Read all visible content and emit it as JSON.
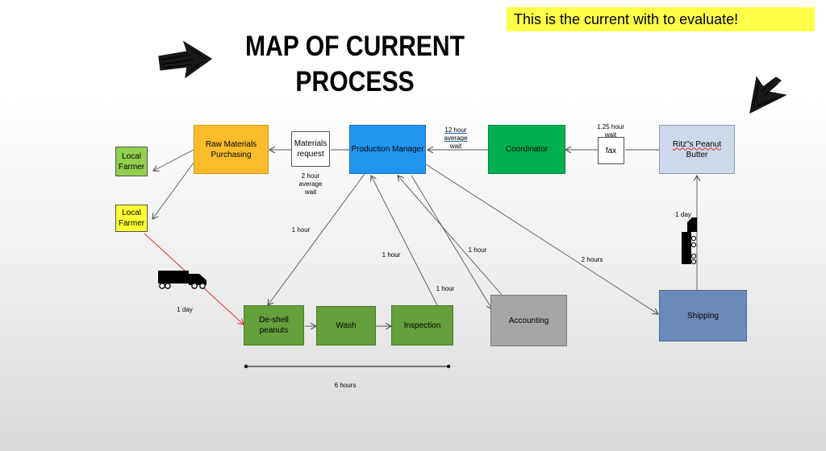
{
  "banner": "This is the current with to evaluate!",
  "title_line1": "MAP OF CURRENT",
  "title_line2": "PROCESS",
  "nodes": {
    "local_farmer_1": "Local Farmer",
    "local_farmer_2": "Local Farmer",
    "raw_materials": "Raw Materials Purchasing",
    "materials_request": "Materials request",
    "production_manager": "Production Manager",
    "coordinator": "Coordinator",
    "fax": "fax",
    "ritz_line1": "Ritz\"s Peanut",
    "ritz_line2": "Butter",
    "deshell": "De-shell peanuts",
    "wash": "Wash",
    "inspection": "Inspection",
    "accounting": "Accounting",
    "shipping": "Shipping"
  },
  "labels": {
    "wait_2h": "2 hour average wait",
    "wait_12h_line1": "12 hour",
    "wait_12h_line2": "average",
    "wait_12h_line3": "wait",
    "wait_125h_line1": "1.25 hour",
    "wait_125h_line2": "wait",
    "truck_1day": "1 day",
    "pm_deshell_1h": "1 hour",
    "pm_inspection_1h_a": "1 hour",
    "pm_inspection_1h_b": "1 hour",
    "pm_accounting_1h": "1 hour",
    "pm_shipping_2h": "2 hours",
    "shipping_ritz_1day": "1 day",
    "process_6h": "6 hours"
  },
  "colors": {
    "banner": "#ffff47",
    "local_farmer_1": "#92d050",
    "local_farmer_2": "#ffff33",
    "raw_materials": "#fbbc2c",
    "production_manager": "#2196f0",
    "coordinator": "#00b050",
    "ritz": "#cdd9e8",
    "process_green": "#64a03c",
    "accounting": "#a6a6a6",
    "shipping": "#6a8ab9",
    "truck_route": "#e03030"
  }
}
